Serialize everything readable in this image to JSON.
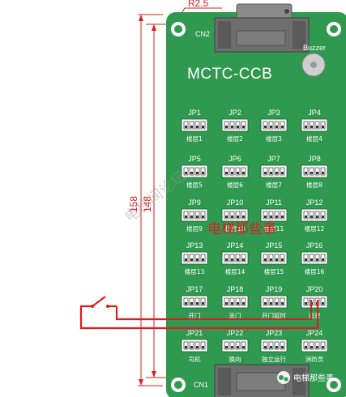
{
  "board": {
    "title": "MCTC-CCB",
    "connector_top": "CN2",
    "connector_bottom": "CN1",
    "buzzer_label": "Buzzer",
    "radius_label": "R2.5"
  },
  "dimensions": {
    "outer": "158",
    "inner": "148"
  },
  "jumpers": [
    {
      "id": "JP1",
      "label": "楼层1"
    },
    {
      "id": "JP2",
      "label": "楼层2"
    },
    {
      "id": "JP3",
      "label": "楼层3"
    },
    {
      "id": "JP4",
      "label": "楼层4"
    },
    {
      "id": "JP5",
      "label": "楼层5"
    },
    {
      "id": "JP6",
      "label": "楼层6"
    },
    {
      "id": "JP7",
      "label": "楼层7"
    },
    {
      "id": "JP8",
      "label": "楼层8"
    },
    {
      "id": "JP9",
      "label": "楼层9"
    },
    {
      "id": "JP10",
      "label": "楼层10"
    },
    {
      "id": "JP11",
      "label": "楼层11"
    },
    {
      "id": "JP12",
      "label": "楼层12"
    },
    {
      "id": "JP13",
      "label": "楼层13"
    },
    {
      "id": "JP14",
      "label": "楼层14"
    },
    {
      "id": "JP15",
      "label": "楼层15"
    },
    {
      "id": "JP16",
      "label": "楼层16"
    },
    {
      "id": "JP17",
      "label": "开门"
    },
    {
      "id": "JP18",
      "label": "关门"
    },
    {
      "id": "JP19",
      "label": "开门延时"
    },
    {
      "id": "JP20",
      "label": "直驶"
    },
    {
      "id": "JP21",
      "label": "司机"
    },
    {
      "id": "JP22",
      "label": "换向"
    },
    {
      "id": "JP23",
      "label": "独立运行"
    },
    {
      "id": "JP24",
      "label": "消防员"
    }
  ],
  "annotation": "电梯那些事",
  "watermark": "电梯间论坛",
  "brand": "电梯那些事"
}
